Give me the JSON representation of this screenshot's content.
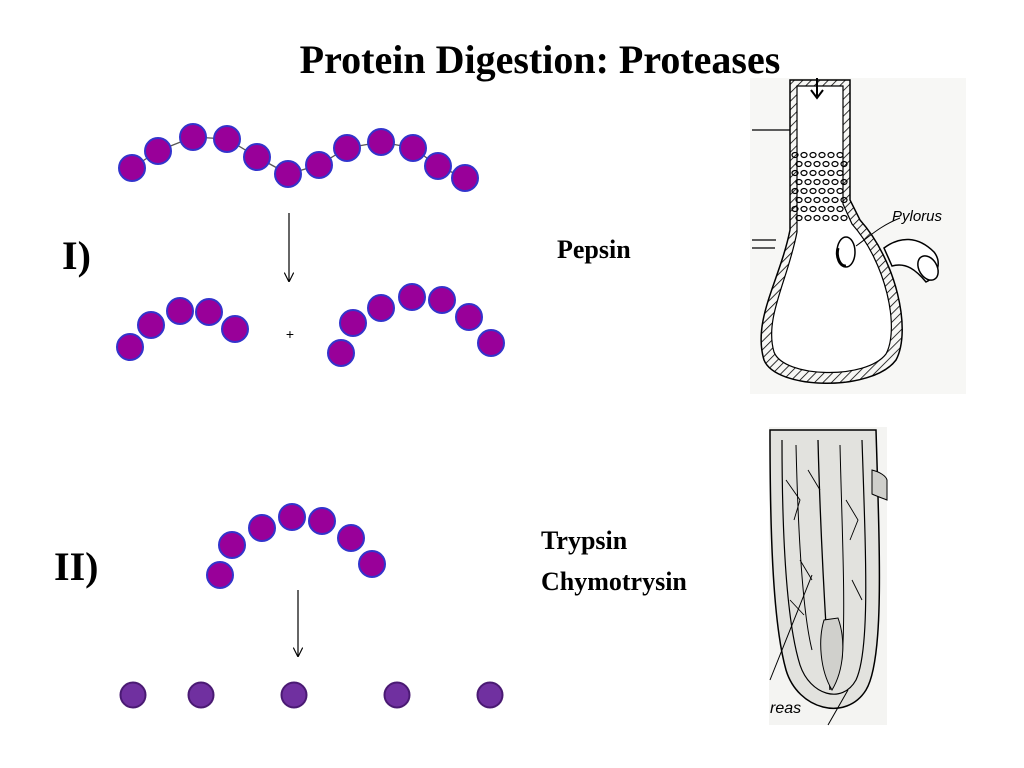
{
  "title": "Protein Digestion: Proteases",
  "stages": [
    {
      "label": "I)",
      "enzymes": [
        "Pepsin"
      ]
    },
    {
      "label": "II)",
      "enzymes": [
        "Trypsin",
        "Chymotrysin"
      ]
    }
  ],
  "cleavage_marker": "+",
  "stomach_illustration": {
    "label": "Pylorus"
  },
  "pancreas_illustration": {
    "label": "reas"
  },
  "colors": {
    "amino_acid_fill": "#990099",
    "amino_acid_stroke": "#3333cc",
    "free_amino_acid_fill": "#7030a0",
    "free_amino_acid_stroke": "#4a1a73",
    "text": "#000000"
  }
}
